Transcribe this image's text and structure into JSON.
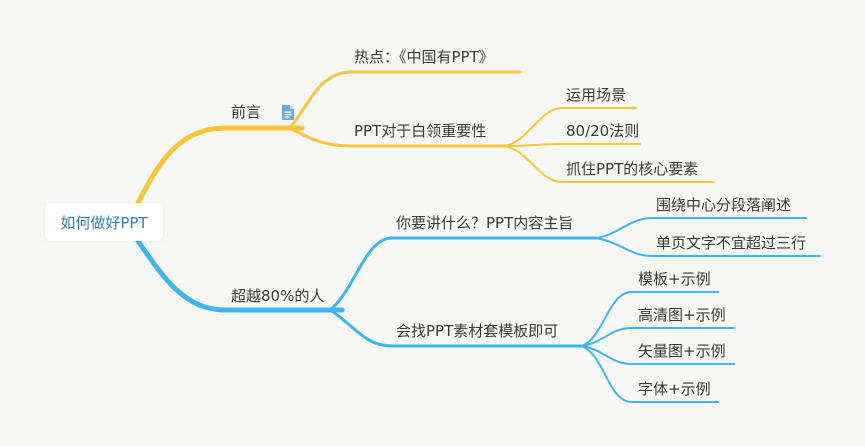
{
  "root": {
    "label": "如何做好PPT"
  },
  "colors": {
    "yellow": "#f9c53b",
    "blue": "#3fb4ef",
    "text": "#3a3a3a",
    "root_text": "#2f7fb5"
  },
  "branches": [
    {
      "label": "前言",
      "icon": "note-icon",
      "children": [
        {
          "label": "热点：《中国有PPT》",
          "children": []
        },
        {
          "label": "PPT对于白领重要性",
          "children": [
            {
              "label": "运用场景"
            },
            {
              "label": "80/20法则"
            },
            {
              "label": "抓住PPT的核心要素"
            }
          ]
        }
      ]
    },
    {
      "label": "超越80%的人",
      "children": [
        {
          "label": "你要讲什么？PPT内容主旨",
          "children": [
            {
              "label": "围绕中心分段落阐述"
            },
            {
              "label": "单页文字不宜超过三行"
            }
          ]
        },
        {
          "label": "会找PPT素材套模板即可",
          "children": [
            {
              "label": "模板+示例"
            },
            {
              "label": "高清图+示例"
            },
            {
              "label": "矢量图+示例"
            },
            {
              "label": "字体+示例"
            }
          ]
        }
      ]
    }
  ]
}
